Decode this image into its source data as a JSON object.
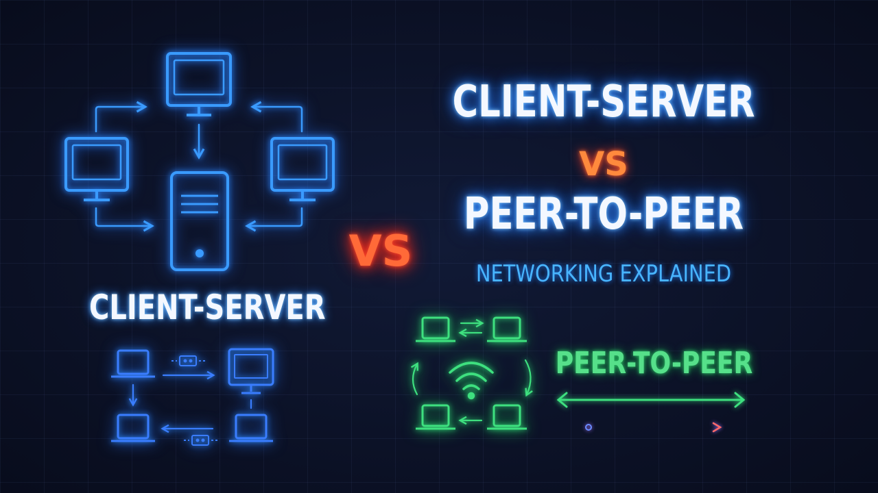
{
  "title": {
    "line1": "CLIENT-SERVER",
    "vs": "VS",
    "line2": "PEER-TO-PEER",
    "subtitle": "NETWORKING EXPLAINED"
  },
  "center_vs": "VS",
  "left_diagram": {
    "label": "CLIENT-SERVER"
  },
  "right_diagram": {
    "label": "PEER-TO-PEER"
  },
  "icons": [
    "monitor-icon",
    "server-icon",
    "laptop-icon",
    "wifi-icon",
    "arrow-icon",
    "packet-icon"
  ],
  "colors": {
    "blue_neon": "#3a9bff",
    "green_neon": "#3ee07f",
    "orange_vs": "#ff6a38",
    "white_title": "#f4f8ff",
    "background": "#0b1126"
  }
}
